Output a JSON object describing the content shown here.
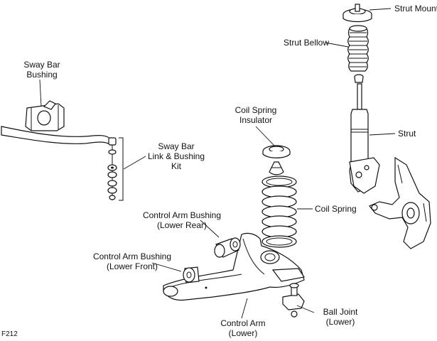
{
  "figure_code": "F212",
  "labels": {
    "strut_mount": "Strut Mount",
    "strut_bellow": "Strut Bellow",
    "strut": "Strut",
    "sway_bar_bushing": [
      "Sway Bar",
      "Bushing"
    ],
    "sway_bar_link": [
      "Sway Bar",
      "Link & Bushing",
      "Kit"
    ],
    "coil_spring_insulator": [
      "Coil Spring",
      "Insulator"
    ],
    "coil_spring": "Coil Spring",
    "control_arm_bushing_rear": [
      "Control Arm Bushing",
      "(Lower Rear)"
    ],
    "control_arm_bushing_front": [
      "Control Arm Bushing",
      "(Lower Front)"
    ],
    "control_arm": [
      "Control Arm",
      "(Lower)"
    ],
    "ball_joint": [
      "Ball Joint",
      "(Lower)"
    ]
  }
}
